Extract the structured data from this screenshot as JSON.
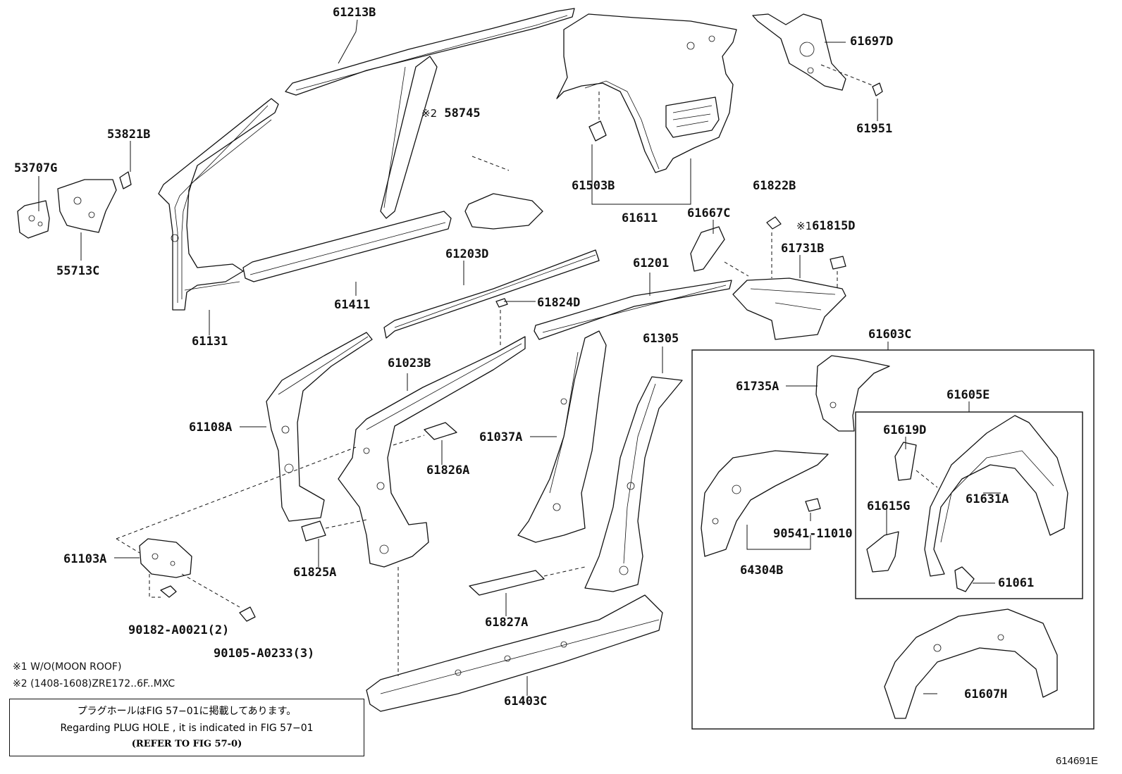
{
  "parts": {
    "p61213B": "61213B",
    "p61697D": "61697D",
    "p58745": "58745",
    "p53821B": "53821B",
    "p53707G": "53707G",
    "p61951": "61951",
    "p61503B": "61503B",
    "p61822B": "61822B",
    "p61611": "61611",
    "p61667C": "61667C",
    "p61815D": "61815D",
    "p55713C": "55713C",
    "p61731B": "61731B",
    "p61203D": "61203D",
    "p61201": "61201",
    "p61411": "61411",
    "p61824D": "61824D",
    "p61131": "61131",
    "p61603C": "61603C",
    "p61305": "61305",
    "p61023B": "61023B",
    "p61735A": "61735A",
    "p61605E": "61605E",
    "p61108A": "61108A",
    "p61037A": "61037A",
    "p61619D": "61619D",
    "p61826A": "61826A",
    "p61631A": "61631A",
    "p61615G": "61615G",
    "p90541_11010": "90541-11010",
    "p61103A": "61103A",
    "p64304B": "64304B",
    "p61825A": "61825A",
    "p61061": "61061",
    "p90182": "90182-A0021(2)",
    "p61827A": "61827A",
    "p90105": "90105-A0233(3)",
    "p61607H": "61607H",
    "p61403C": "61403C"
  },
  "marks": {
    "m1": "※1",
    "m2": "※2"
  },
  "notes": {
    "note1": "※1 W/O(MOON ROOF)",
    "note2": "※2 (1408-1608)ZRE172..6F..MXC"
  },
  "reference": {
    "line_ja": "プラグホールはFIG 57−01に掲載してあります。",
    "line_en": "Regarding  PLUG HOLE , it is indicated in FIG  57−01",
    "line_refer": "(REFER TO FIG 57-0)"
  },
  "figure_number": "614691E"
}
